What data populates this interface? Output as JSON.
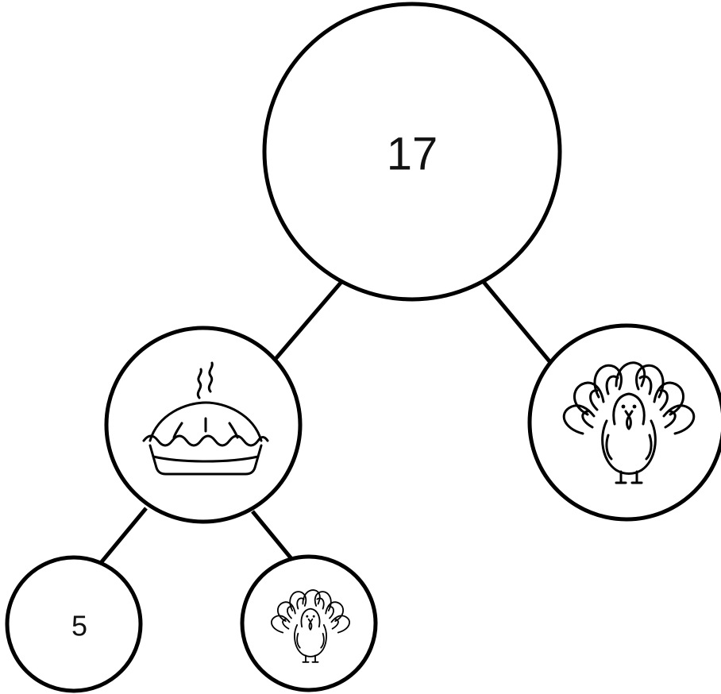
{
  "diagram": {
    "type": "tree",
    "nodes": [
      {
        "id": "root",
        "kind": "number",
        "label": "17"
      },
      {
        "id": "pie",
        "kind": "icon",
        "icon": "pie-icon"
      },
      {
        "id": "turkey-large",
        "kind": "icon",
        "icon": "turkey-icon"
      },
      {
        "id": "five",
        "kind": "number",
        "label": "5"
      },
      {
        "id": "turkey-small",
        "kind": "icon",
        "icon": "turkey-icon"
      }
    ],
    "edges": [
      {
        "from": "root",
        "to": "pie"
      },
      {
        "from": "root",
        "to": "turkey-large"
      },
      {
        "from": "pie",
        "to": "five"
      },
      {
        "from": "pie",
        "to": "turkey-small"
      }
    ],
    "colors": {
      "stroke": "#000000",
      "background": "#ffffff",
      "text": "#111111"
    }
  }
}
